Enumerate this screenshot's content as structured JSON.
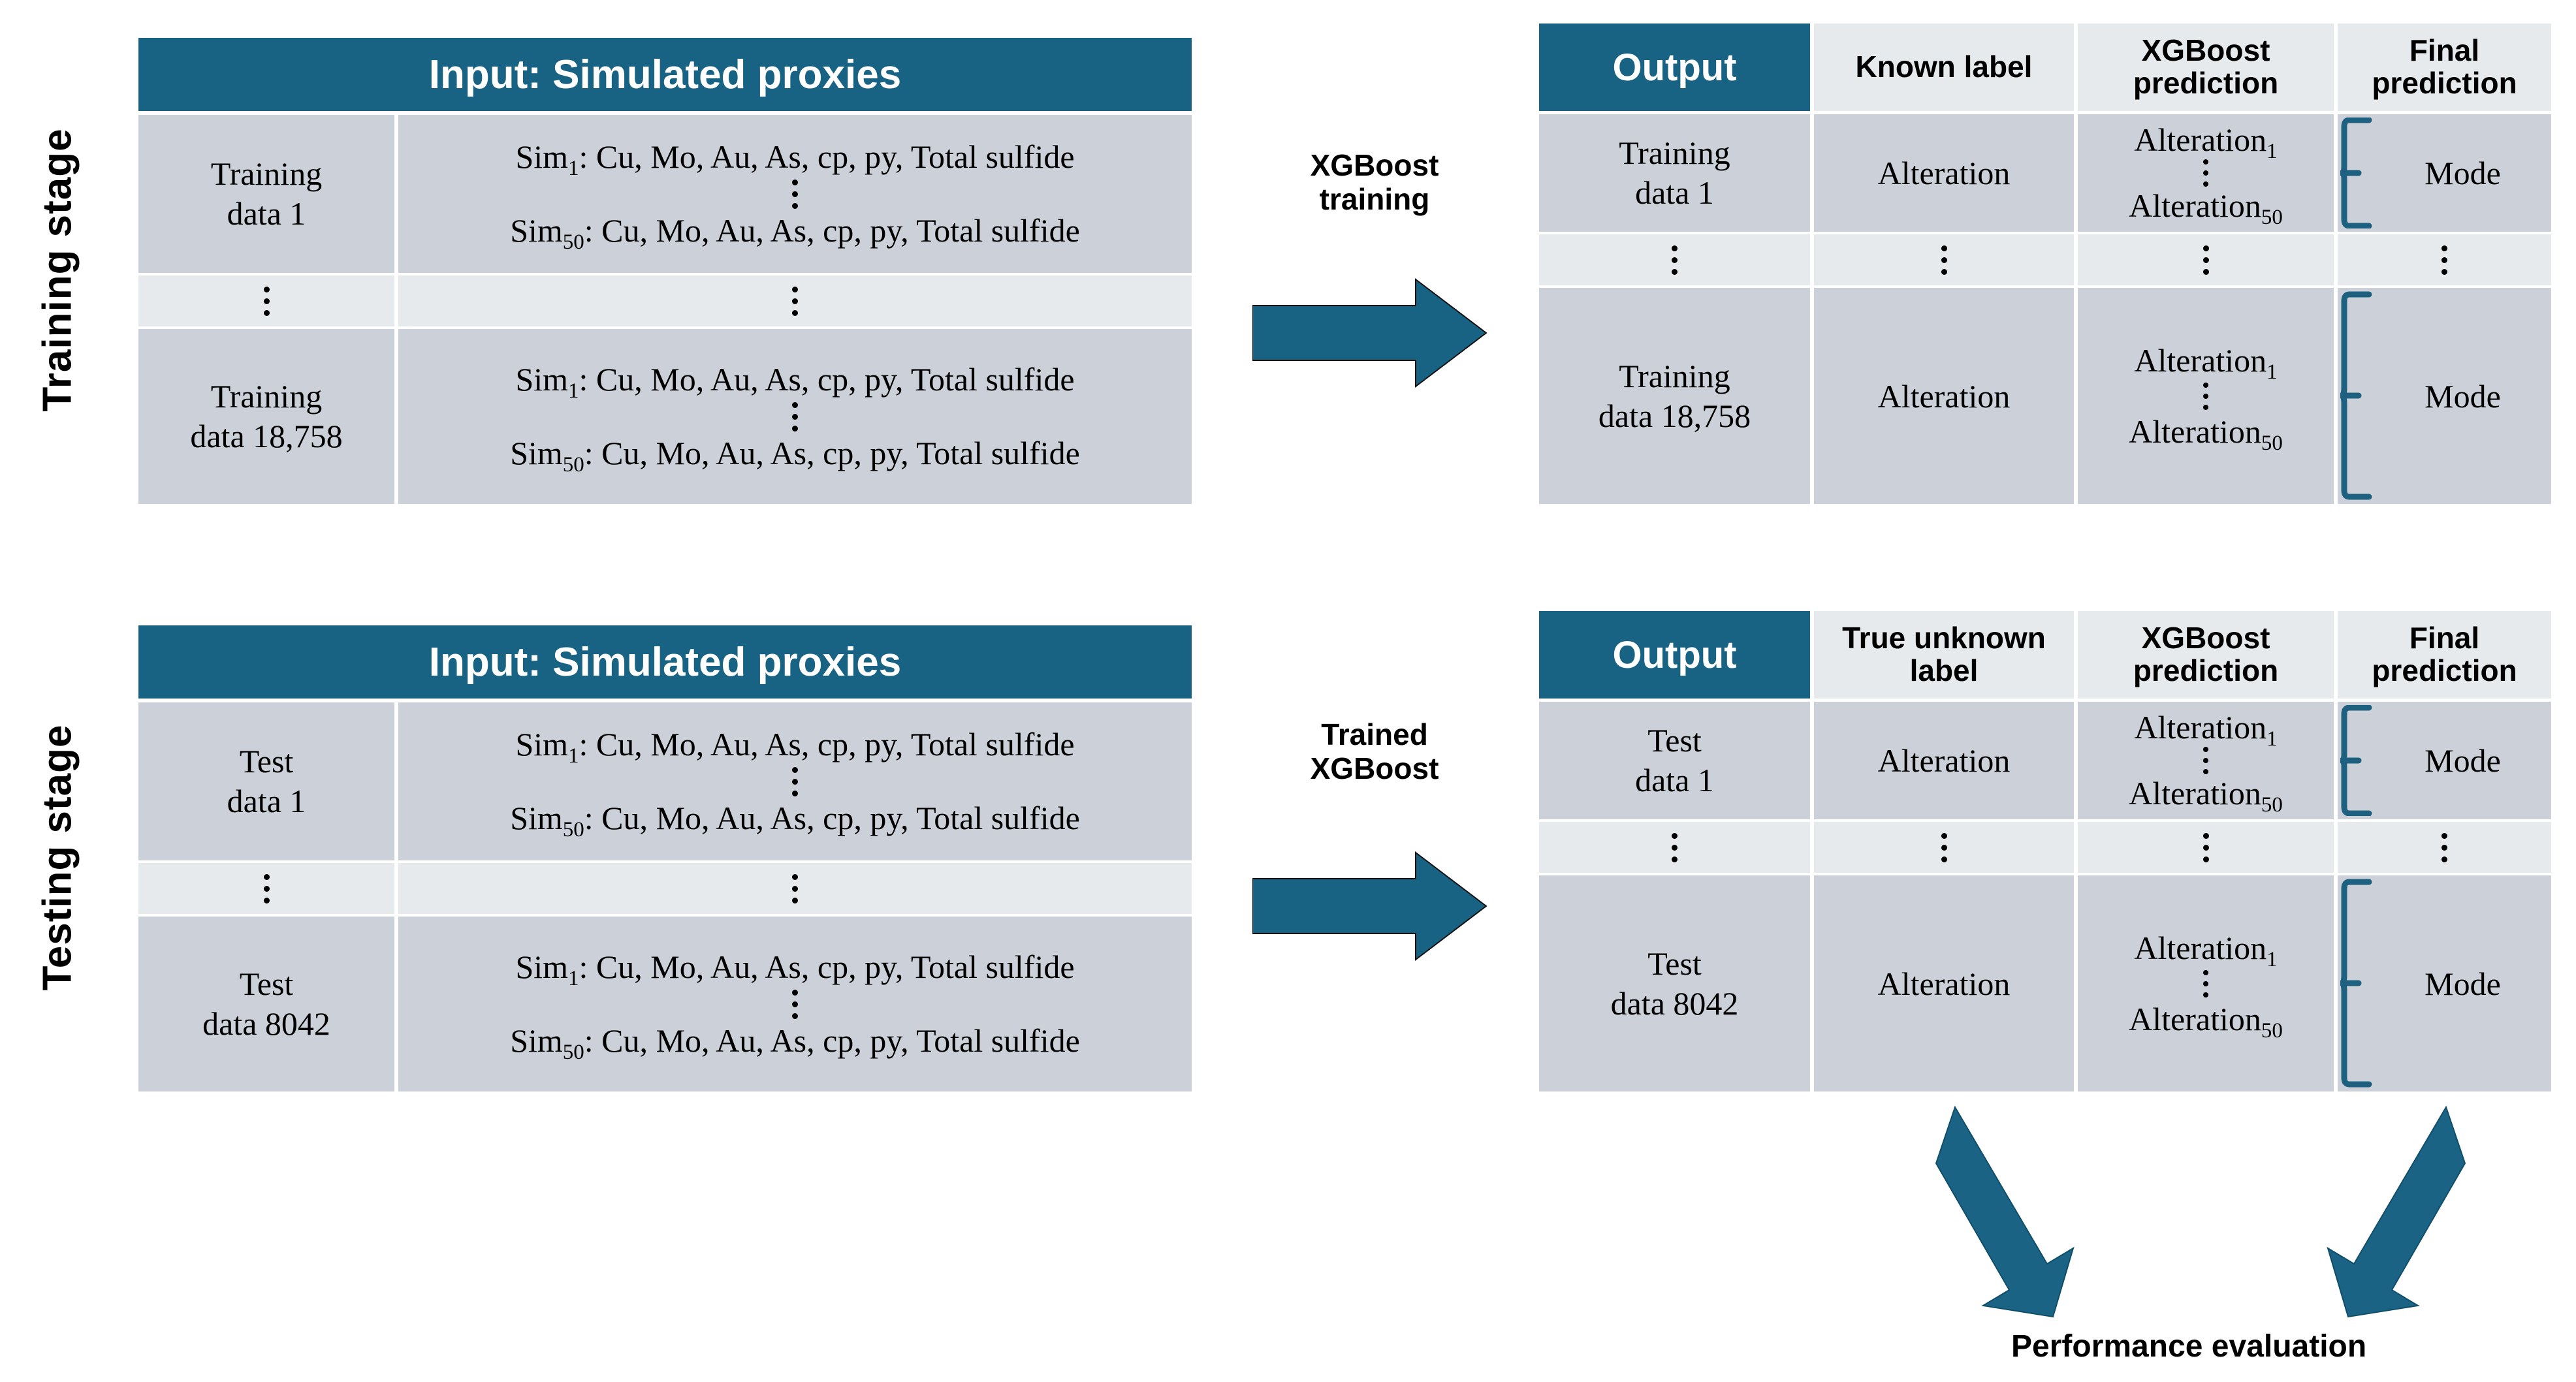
{
  "colors": {
    "accent_blue": "#186384",
    "row_dark": "#ccd1d9",
    "row_light": "#e6eaec",
    "header_grey": "#e6eaec",
    "text": "#000000",
    "header_text": "#ffffff"
  },
  "stages": {
    "training_label": "Training stage",
    "testing_label": "Testing stage"
  },
  "input_header": "Input: Simulated proxies",
  "output_header": "Output",
  "proxy_line_first": "Sim",
  "proxy_line_first_sub": "1",
  "proxy_line_last_sub": "50",
  "proxy_line_tail": ": Cu, Mo, Au, As, cp, py, Total sulfide",
  "alteration_label": "Alteration",
  "alteration_first_sub": "1",
  "alteration_last_sub": "50",
  "mode_label": "Mode",
  "training": {
    "input_table": {
      "header": "Input: Simulated proxies",
      "rows": [
        {
          "id_line1": "Training",
          "id_line2": "data 1"
        },
        {
          "id_line1": "",
          "id_line2": ""
        },
        {
          "id_line1": "Training",
          "id_line2": "data 18,758"
        }
      ]
    },
    "arrow_label_line1": "XGBoost",
    "arrow_label_line2": "training",
    "output_table": {
      "headers": [
        "Output",
        "Known label",
        "XGBoost\nprediction",
        "Final\nprediction"
      ],
      "header_known_label": "Known label",
      "header_xgboost_l1": "XGBoost",
      "header_xgboost_l2": "prediction",
      "header_final_l1": "Final",
      "header_final_l2": "prediction",
      "rows": [
        {
          "id_line1": "Training",
          "id_line2": "data 1",
          "known_label": "Alteration",
          "pred_first": "Alteration",
          "pred_last": "Alteration",
          "final": "Mode"
        },
        {
          "id_line1": "",
          "id_line2": "",
          "known_label": "",
          "pred_first": "",
          "pred_last": "",
          "final": ""
        },
        {
          "id_line1": "Training",
          "id_line2": "data 18,758",
          "known_label": "Alteration",
          "pred_first": "Alteration",
          "pred_last": "Alteration",
          "final": "Mode"
        }
      ]
    }
  },
  "testing": {
    "input_table": {
      "header": "Input: Simulated proxies",
      "rows": [
        {
          "id_line1": "Test",
          "id_line2": "data 1"
        },
        {
          "id_line1": "",
          "id_line2": ""
        },
        {
          "id_line1": "Test",
          "id_line2": "data 8042"
        }
      ]
    },
    "arrow_label_line1": "Trained",
    "arrow_label_line2": "XGBoost",
    "output_table": {
      "header_true_unknown_l1": "True unknown",
      "header_true_unknown_l2": "label",
      "header_xgboost_l1": "XGBoost",
      "header_xgboost_l2": "prediction",
      "header_final_l1": "Final",
      "header_final_l2": "prediction",
      "rows": [
        {
          "id_line1": "Test",
          "id_line2": "data 1",
          "known_label": "Alteration",
          "pred_first": "Alteration",
          "pred_last": "Alteration",
          "final": "Mode"
        },
        {
          "id_line1": "",
          "id_line2": "",
          "known_label": "",
          "pred_first": "",
          "pred_last": "",
          "final": ""
        },
        {
          "id_line1": "Test",
          "id_line2": "data 8042",
          "known_label": "Alteration",
          "pred_first": "Alteration",
          "pred_last": "Alteration",
          "final": "Mode"
        }
      ]
    }
  },
  "evaluation_label": "Performance evaluation"
}
